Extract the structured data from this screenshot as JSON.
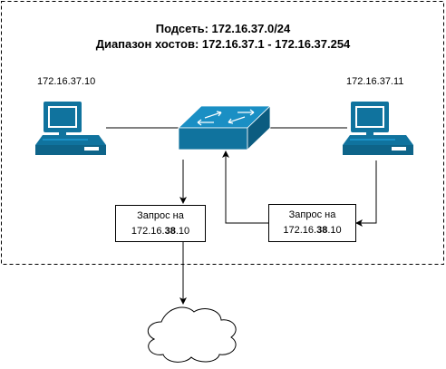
{
  "subnet_title": "Подсеть: 172.16.37.0/24",
  "host_range_title": "Диапазон хостов: 172.16.37.1 - 172.16.37.254",
  "hosts": [
    {
      "label": "172.16.37.10",
      "icon": "computer-icon"
    },
    {
      "label": "172.16.37.11",
      "icon": "computer-icon"
    }
  ],
  "switch": {
    "icon": "network-switch-icon"
  },
  "cloud": {
    "icon": "cloud-icon"
  },
  "requests": [
    {
      "line1": "Запрос на",
      "prefix": "172.16.",
      "highlight": "38",
      "suffix": ".10"
    },
    {
      "line1": "Запрос на",
      "prefix": "172.16.",
      "highlight": "38",
      "suffix": ".10"
    }
  ],
  "colors": {
    "device_fill": "#10739E",
    "device_light": "#1A8FC4",
    "stroke": "#000000"
  }
}
